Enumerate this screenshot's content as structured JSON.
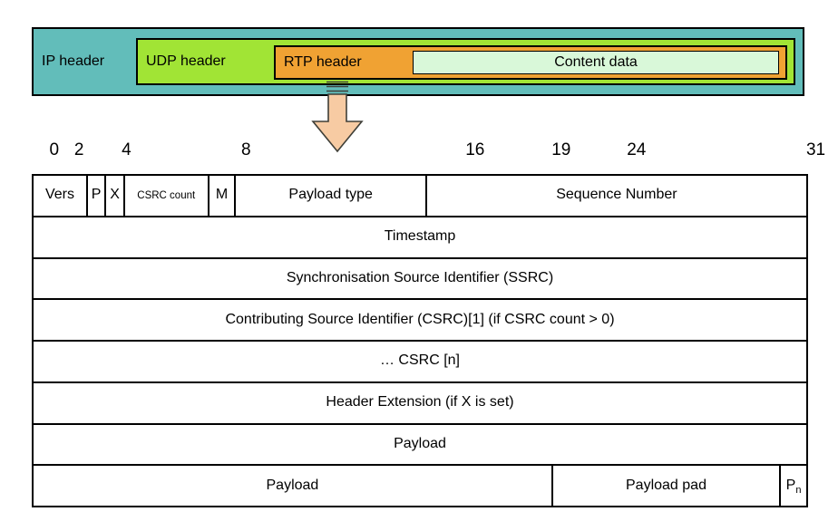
{
  "packet_diagram": {
    "ip": {
      "label": "IP header",
      "bg": "#62bdba"
    },
    "udp": {
      "label": "UDP header",
      "bg": "#a1e435"
    },
    "rtp": {
      "label": "RTP header",
      "bg": "#f0a233"
    },
    "content": {
      "label": "Content data",
      "bg": "#d9f8d9"
    }
  },
  "arrow": {
    "fill": "#f7cba3",
    "stroke": "#3f3f38"
  },
  "bit_scale": {
    "labels": [
      "0",
      "2",
      "4",
      "8",
      "16",
      "19",
      "24",
      "31"
    ],
    "positions_pct": [
      2.9,
      6.1,
      12.2,
      27.6,
      57.1,
      68.2,
      77.9,
      101.0
    ]
  },
  "rtp_table": {
    "rows": [
      {
        "cells": [
          {
            "label": "Vers",
            "w": 6.8
          },
          {
            "label": "P",
            "w": 2.4
          },
          {
            "label": "X",
            "w": 2.4
          },
          {
            "label": "CSRC count",
            "w": 10.9,
            "small": true
          },
          {
            "label": "M",
            "w": 3.5
          },
          {
            "label": "Payload type",
            "w": 24.7
          },
          {
            "label": "Sequence Number",
            "w": 49.3
          }
        ]
      },
      {
        "cells": [
          {
            "label": "Timestamp",
            "w": 100
          }
        ]
      },
      {
        "cells": [
          {
            "label": "Synchronisation Source Identifier (SSRC)",
            "w": 100
          }
        ]
      },
      {
        "cells": [
          {
            "label": "Contributing Source Identifier (CSRC)[1] (if CSRC count > 0)",
            "w": 100
          }
        ]
      },
      {
        "cells": [
          {
            "label": "… CSRC [n]",
            "w": 100
          }
        ]
      },
      {
        "cells": [
          {
            "label": "Header Extension (if X is set)",
            "w": 100
          }
        ]
      },
      {
        "cells": [
          {
            "label": "Payload",
            "w": 100
          }
        ]
      },
      {
        "cells": [
          {
            "label": "Payload",
            "w": 67.0
          },
          {
            "label": "Payload pad",
            "w": 29.5
          },
          {
            "label": "P",
            "sub": "n",
            "w": 3.5
          }
        ]
      }
    ]
  }
}
